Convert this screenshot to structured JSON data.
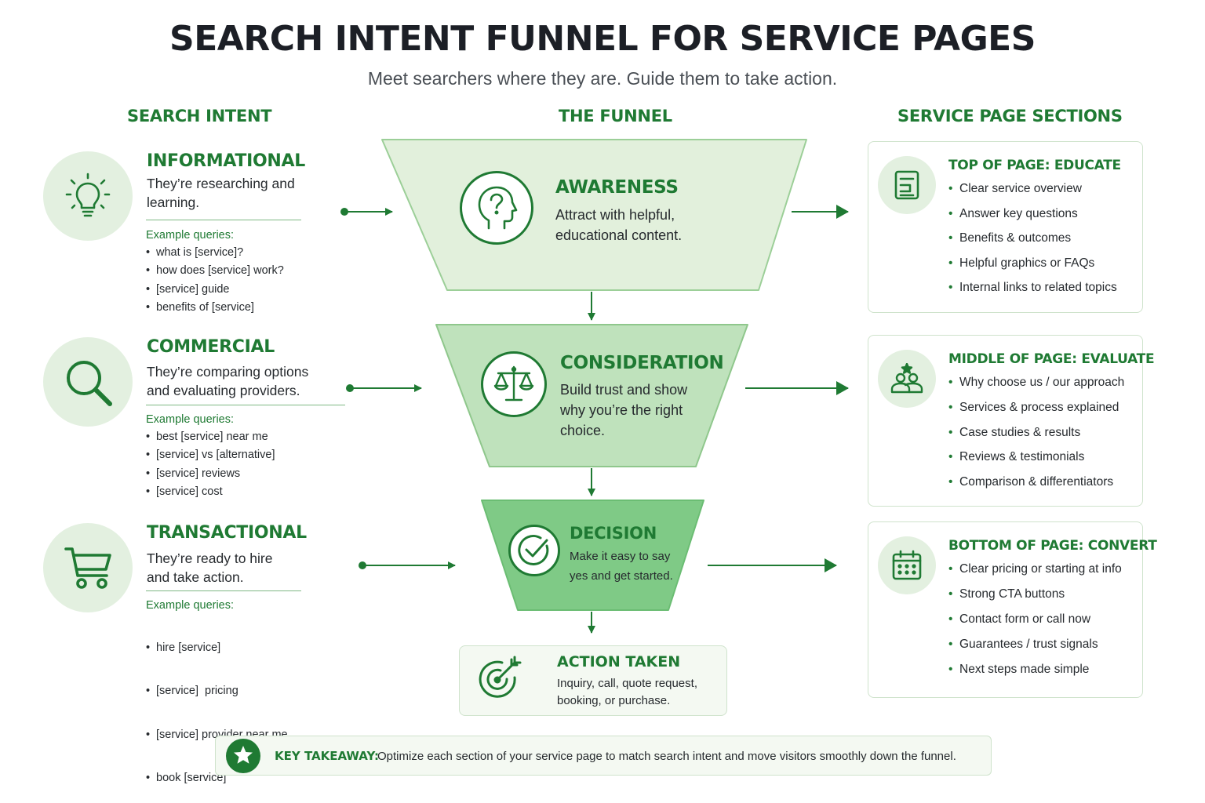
{
  "title": "SEARCH INTENT FUNNEL FOR SERVICE PAGES",
  "subtitle": "Meet searchers where they are. Guide them to take action.",
  "columns": {
    "intent": "SEARCH INTENT",
    "funnel": "THE FUNNEL",
    "sections": "SERVICE PAGE SECTIONS"
  },
  "intents": [
    {
      "name": "INFORMATIONAL",
      "desc": "They’re researching and learning.",
      "icon": "lightbulb-icon",
      "examples_label": "Example queries:",
      "examples": [
        "what is [service]?",
        "how does [service] work?",
        "[service] guide",
        "benefits of [service]"
      ]
    },
    {
      "name": "COMMERCIAL",
      "desc": "They’re comparing options and evaluating providers.",
      "icon": "magnifier-icon",
      "examples_label": "Example queries:",
      "examples": [
        "best [service] near me",
        "[service] vs [alternative]",
        "[service] reviews",
        "[service] cost"
      ]
    },
    {
      "name": "TRANSACTIONAL",
      "desc": "They’re ready to hire and take action.",
      "icon": "shopping-cart-icon",
      "examples_label": "Example queries:",
      "examples": [
        "hire [service]",
        "[service]  pricing",
        "[service] provider near me",
        "book [service]"
      ]
    }
  ],
  "stages": [
    {
      "name": "AWARENESS",
      "desc": "Attract with helpful, educational content.",
      "icon": "head-question-icon",
      "color": "#e2f0dc"
    },
    {
      "name": "CONSIDERATION",
      "desc": "Build trust and show why you’re the right choice.",
      "icon": "scales-icon",
      "color": "#bfe2bc"
    },
    {
      "name": "DECISION",
      "desc": "Make it easy to say yes and get started.",
      "icon": "check-circle-icon",
      "color": "#7fca86"
    }
  ],
  "action": {
    "name": "ACTION TAKEN",
    "desc": "Inquiry, call, quote request, booking, or purchase.",
    "icon": "target-arrow-icon"
  },
  "sections": [
    {
      "title": "TOP OF PAGE: EDUCATE",
      "icon": "document-icon",
      "items": [
        "Clear service overview",
        "Answer key questions",
        "Benefits & outcomes",
        "Helpful graphics or FAQs",
        "Internal links to related topics"
      ]
    },
    {
      "title": "MIDDLE OF PAGE: EVALUATE",
      "icon": "people-star-icon",
      "items": [
        "Why choose us / our approach",
        "Services & process explained",
        "Case studies & results",
        "Reviews & testimonials",
        "Comparison & differentiators"
      ]
    },
    {
      "title": "BOTTOM OF PAGE: CONVERT",
      "icon": "calendar-icon",
      "items": [
        "Clear pricing or starting at info",
        "Strong CTA buttons",
        "Contact form or call now",
        "Guarantees / trust signals",
        "Next steps made simple"
      ]
    }
  ],
  "takeaway": {
    "label": "KEY TAKEAWAY:",
    "text": "Optimize each section of your service page to match search intent and move visitors smoothly down the funnel.",
    "icon": "star-icon"
  },
  "colors": {
    "accent": "#1f7a33",
    "light": "#e3f0e0",
    "border": "#cfe3cc"
  }
}
